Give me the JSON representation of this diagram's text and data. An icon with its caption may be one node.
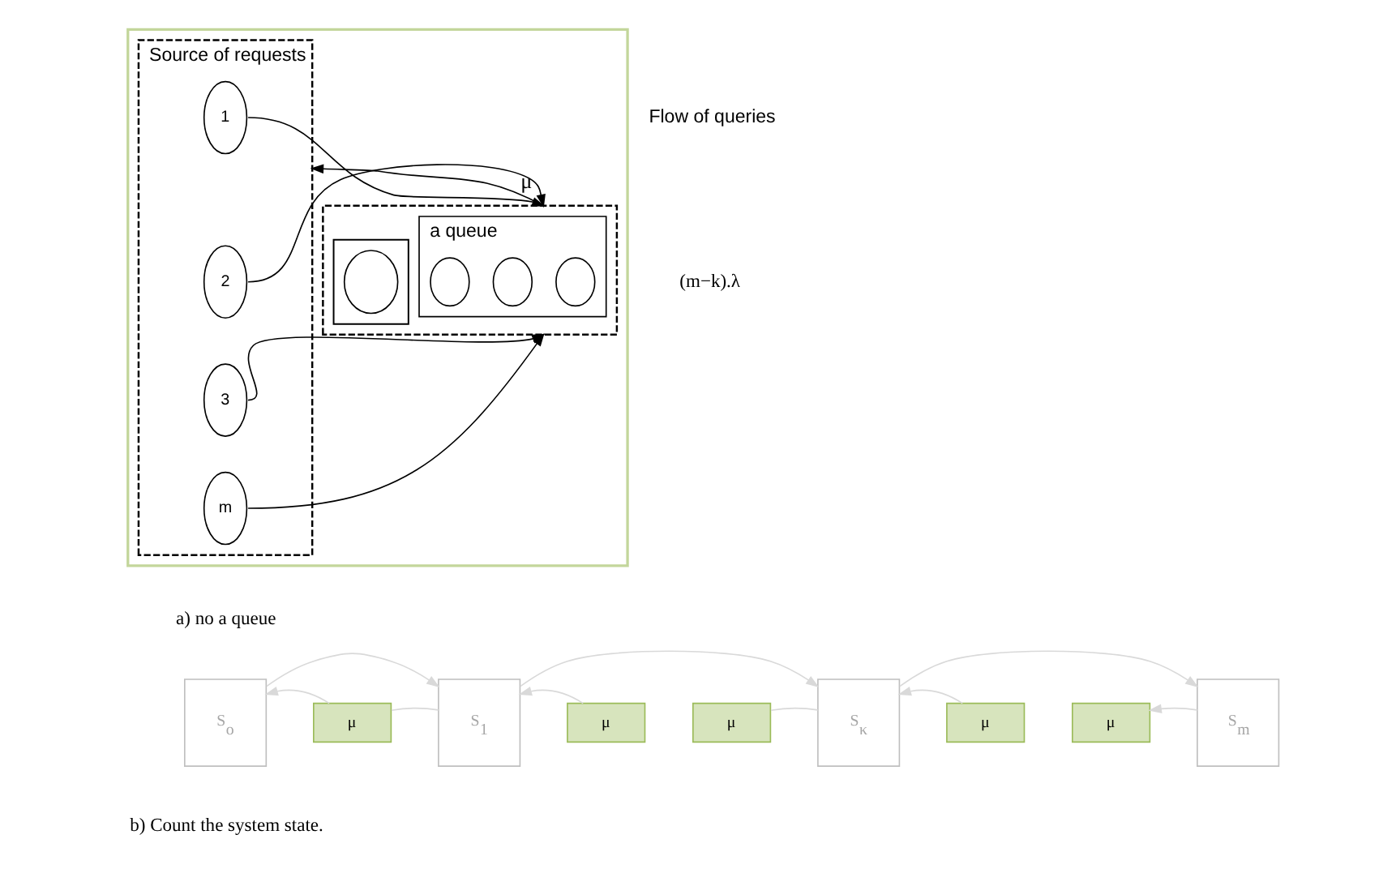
{
  "diagram": {
    "nodes": [
      {
        "text": [],
        "shape": "box"
      },
      {
        "text": [
          "Source of requests"
        ],
        "in": 0
      },
      {
        "text": [
          "1"
        ],
        "in": 1
      },
      {
        "text": [
          "2"
        ],
        "in": 1
      },
      {
        "text": [
          "3"
        ],
        "in": 1
      },
      {
        "text": [
          "m"
        ],
        "in": 1
      },
      {
        "text": [],
        "shape": "box",
        "in": 0
      },
      {
        "text": [
          "a queue"
        ],
        "in": 6
      },
      {
        "text": [],
        "shape": "circle",
        "in": 7
      },
      {
        "text": [],
        "shape": "circle",
        "in": 7
      },
      {
        "text": [],
        "shape": "circle",
        "in": 7
      },
      {
        "text": [],
        "shape": "box",
        "in": 6
      },
      {
        "text": [],
        "shape": "circle",
        "in": 11
      },
      {
        "text": [
          "S$_{o}$"
        ]
      },
      {
        "text": [
          "μ"
        ]
      },
      {
        "text": [
          "S$_{1}$"
        ]
      },
      {
        "text": [
          "μ"
        ]
      },
      {
        "text": [
          "μ"
        ]
      },
      {
        "text": [
          "S$_{κ}$"
        ]
      },
      {
        "text": [
          "μ"
        ]
      },
      {
        "text": [
          "μ"
        ]
      },
      {
        "text": [
          "S$_{m}$"
        ]
      }
    ],
    "edges": [
      {
        "from": 2,
        "to": 6,
        "arrow": "to",
        "color": "#000000"
      },
      {
        "from": 3,
        "to": 6,
        "arrow": "to",
        "color": "#000000"
      },
      {
        "from": 4,
        "to": 6,
        "arrow": "to",
        "color": "#000000"
      },
      {
        "from": 5,
        "to": 6,
        "arrow": "to",
        "color": "#000000"
      },
      {
        "from": 6,
        "to": 1,
        "label": "μ",
        "arrow": "to",
        "color": "#000000"
      },
      {
        "from": 13,
        "to": 15,
        "arrow": "to",
        "color": "#d9d9d9"
      },
      {
        "from": 15,
        "to": 14,
        "arrow": "none",
        "color": "#d9d9d9"
      },
      {
        "from": 14,
        "to": 13,
        "arrow": "to",
        "color": "#d9d9d9"
      },
      {
        "from": 15,
        "to": 18,
        "arrow": "to",
        "color": "#d9d9d9"
      },
      {
        "from": 16,
        "to": 15,
        "arrow": "to",
        "color": "#d9d9d9"
      },
      {
        "from": 18,
        "to": 17,
        "arrow": "none",
        "color": "#d9d9d9"
      },
      {
        "from": 18,
        "to": 21,
        "arrow": "to",
        "color": "#d9d9d9"
      },
      {
        "from": 21,
        "to": 20,
        "arrow": "to",
        "color": "#d9d9d9"
      },
      {
        "from": 19,
        "to": 18,
        "arrow": "to",
        "color": "#d9d9d9"
      }
    ],
    "labels": [
      "Flow of queries",
      "(m−k).λ",
      "a) no a queue",
      "b) Count the system state."
    ]
  }
}
